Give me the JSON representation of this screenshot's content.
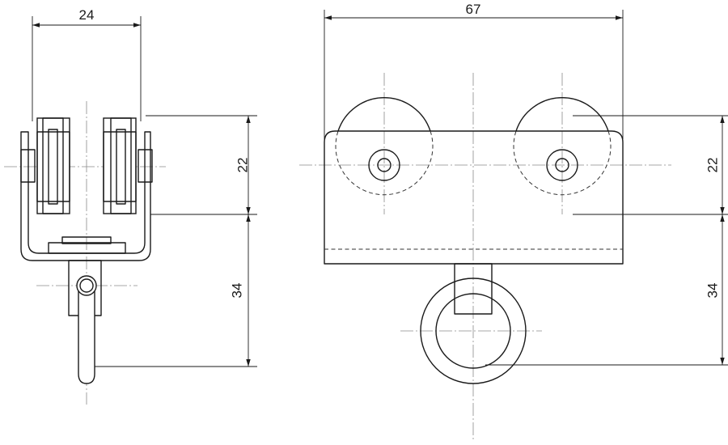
{
  "drawing": {
    "colors": {
      "line": "#1a1a1a",
      "centerline": "#8a8a8a",
      "background": "#ffffff"
    },
    "dimensions": {
      "side_width": "24",
      "side_height_upper": "22",
      "side_height_lower": "34",
      "front_width": "67",
      "front_height_upper": "22",
      "front_height_lower": "34"
    }
  }
}
